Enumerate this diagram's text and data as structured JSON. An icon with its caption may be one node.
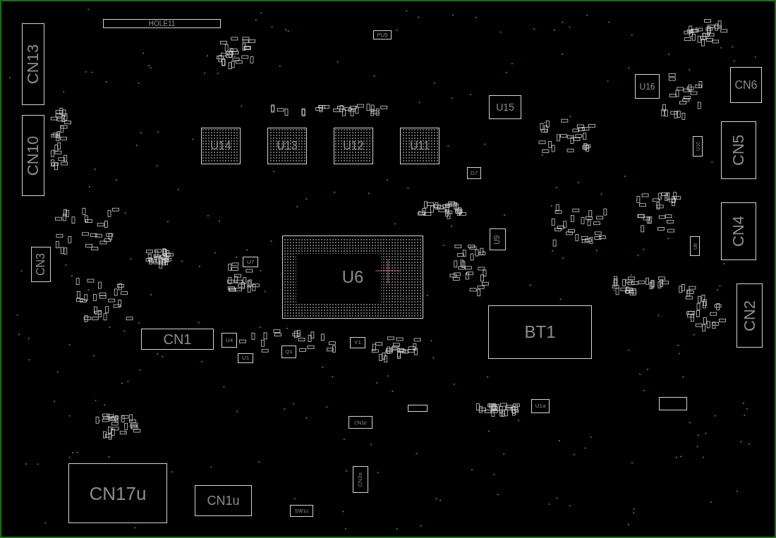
{
  "diagram": {
    "nodes": [
      {
        "text": [
          "HOLE11"
        ]
      },
      {
        "text": [
          "CN13"
        ]
      },
      {
        "text": [
          "CN10"
        ]
      },
      {
        "text": [
          "U14"
        ]
      },
      {
        "text": [
          "U13"
        ]
      },
      {
        "text": [
          "U12"
        ]
      },
      {
        "text": [
          "U11"
        ]
      },
      {
        "text": [
          "PU5"
        ]
      },
      {
        "text": [
          "U15"
        ]
      },
      {
        "text": [
          "U16"
        ]
      },
      {
        "text": [
          "CN6"
        ]
      },
      {
        "text": [
          "CN5"
        ]
      },
      {
        "text": [
          "U10"
        ]
      },
      {
        "text": [
          "D7"
        ]
      },
      {
        "text": [
          "CN4"
        ]
      },
      {
        "text": [
          "U9"
        ]
      },
      {
        "text": [
          "U8"
        ]
      },
      {
        "text": [
          "CN3"
        ]
      },
      {
        "text": [
          "U6"
        ]
      },
      {
        "text": [
          "U7"
        ]
      },
      {
        "text": [
          "CN1"
        ]
      },
      {
        "text": [
          "U4"
        ]
      },
      {
        "text": [
          "U1"
        ]
      },
      {
        "text": [
          "Q1"
        ]
      },
      {
        "text": [
          "Y1"
        ]
      },
      {
        "text": [
          "BT1"
        ]
      },
      {
        "text": [
          "CN2"
        ]
      },
      {
        "text": [
          "CN17u"
        ]
      },
      {
        "text": [
          "CN1u"
        ]
      },
      {
        "text": [
          "SW1u"
        ]
      },
      {
        "text": [
          "CN1e"
        ]
      },
      {
        "text": [
          "CN2e"
        ]
      },
      {
        "text": [
          "U1a"
        ]
      },
      {
        "text": [],
        "shape": "box"
      },
      {
        "text": [],
        "shape": "box"
      }
    ]
  }
}
